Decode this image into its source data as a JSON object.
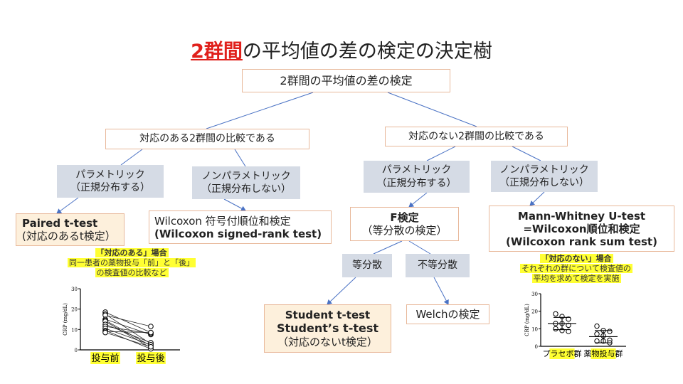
{
  "title": {
    "highlight": "2群間",
    "rest": "の平均値の差の検定の決定樹"
  },
  "root": "2群間の平均値の差の検定",
  "left": {
    "heading": "対応のある2群間の比較である",
    "param": {
      "line1": "パラメトリック",
      "line2": "（正規分布する）"
    },
    "nonparam": {
      "line1": "ノンパラメトリック",
      "line2": "（正規分布しない）"
    },
    "paired": {
      "line1": "Paired t-test",
      "line2": "(対応のあるt検定）"
    },
    "wilcoxon": {
      "line1": "Wilcoxon 符号付順位和検定",
      "line2": "(Wilcoxon signed-rank test)"
    },
    "caption": {
      "line1": "「対応のある」場合",
      "line2": "同一患者の薬物投与「前」と「後」",
      "line3": "の検査値の比較など"
    }
  },
  "right": {
    "heading": "対応のない2群間の比較である",
    "param": {
      "line1": "パラメトリック",
      "line2": "（正規分布する）"
    },
    "nonparam": {
      "line1": "ノンパラメトリック",
      "line2": "（正規分布しない）"
    },
    "ftest": {
      "line1": "F検定",
      "line2": "（等分散の検定）"
    },
    "mann": {
      "line1": "Mann-Whitney U-test",
      "line2": "=Wilcoxon順位和検定",
      "line3": "(Wilcoxon rank sum test)"
    },
    "equal": "等分散",
    "unequal": "不等分散",
    "student": {
      "line1": "Student t-test",
      "line2": "Student’s t-test",
      "line3": "（対応のないt検定）"
    },
    "welch": "Welchの検定",
    "caption": {
      "line1": "「対応のない」場合",
      "line2": "それぞれの群について検査値の",
      "line3": "平均を求めて検定を実施"
    }
  },
  "chart_data": [
    {
      "type": "line",
      "title": "",
      "ylabel": "CRP (mg/dL)",
      "ylim": [
        0,
        30
      ],
      "yticks": [
        0,
        10,
        20,
        30
      ],
      "categories": [
        "投与前",
        "投与後"
      ],
      "pairs": [
        [
          18.5,
          8.5
        ],
        [
          17.5,
          3
        ],
        [
          17,
          11.5
        ],
        [
          15,
          7.5
        ],
        [
          14.5,
          2
        ],
        [
          14,
          1
        ],
        [
          12.5,
          3.5
        ],
        [
          11.5,
          8
        ],
        [
          10.5,
          2.5
        ],
        [
          9.5,
          0.5
        ],
        [
          9,
          8.5
        ],
        [
          8.5,
          1.5
        ]
      ]
    },
    {
      "type": "scatter",
      "title": "",
      "ylabel": "CRP (mg/dL)",
      "ylim": [
        0,
        30
      ],
      "yticks": [
        0,
        10,
        20,
        30
      ],
      "categories": [
        "プラセボ群",
        "薬物投与群"
      ],
      "series": [
        {
          "name": "プラセボ群",
          "values": [
            18.5,
            17,
            15.5,
            13,
            13,
            12,
            10,
            9,
            8.5
          ],
          "mean": 13,
          "sd": 3.5
        },
        {
          "name": "薬物投与群",
          "values": [
            11.5,
            9,
            8.5,
            7,
            6,
            3.5,
            3,
            3,
            2
          ],
          "mean": 5.5,
          "sd": 3.5
        }
      ]
    }
  ]
}
